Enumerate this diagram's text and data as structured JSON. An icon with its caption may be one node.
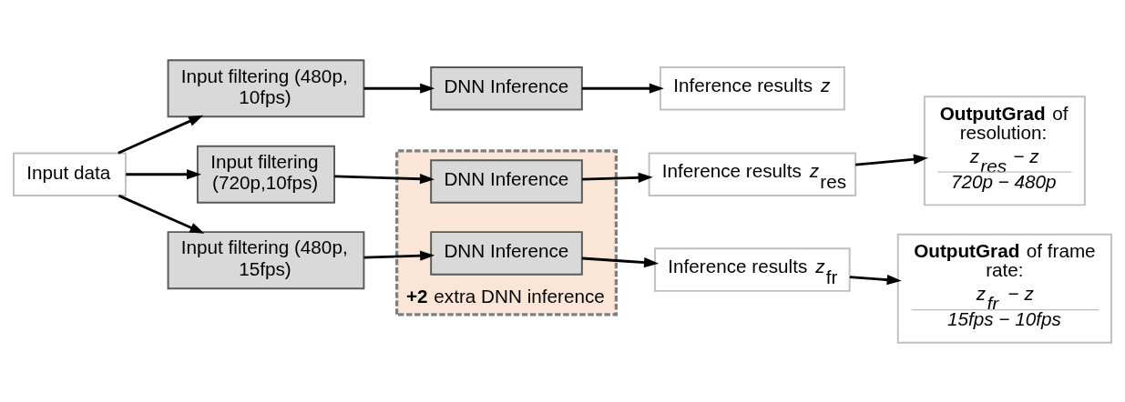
{
  "diagram": {
    "nodes": [
      {
        "text": [
          "Input data"
        ]
      },
      {
        "text": [
          "Input filtering (480p, 10fps)"
        ]
      },
      {
        "text": [
          "Input filtering (720p,10fps)"
        ]
      },
      {
        "text": [
          "Input filtering (480p, 15fps)"
        ]
      },
      {
        "text": [
          "DNN Inference"
        ]
      },
      {
        "text": [
          "**+2** extra DNN inference"
        ]
      },
      {
        "text": [
          "DNN Inference"
        ],
        "in": 5
      },
      {
        "text": [
          "DNN Inference"
        ],
        "in": 5
      },
      {
        "text": [
          "Inference results *z*"
        ]
      },
      {
        "text": [
          "Inference results *z*$_{res}$"
        ]
      },
      {
        "text": [
          "Inference results *z*$_{fr}$"
        ]
      },
      {
        "text": [
          "**OutputGrad** of resolution:",
          "z$_{res}$ − z",
          "720p − 480p"
        ]
      },
      {
        "text": [
          "**OutputGrad** of frame rate:",
          "z$_{fr}$ − z",
          "15fps − 10fps"
        ]
      }
    ],
    "edges": [
      {
        "from": 0,
        "to": 1,
        "arrow": "to"
      },
      {
        "from": 0,
        "to": 2,
        "arrow": "to"
      },
      {
        "from": 0,
        "to": 3,
        "arrow": "to"
      },
      {
        "from": 1,
        "to": 4,
        "arrow": "to"
      },
      {
        "from": 2,
        "to": 6,
        "arrow": "to"
      },
      {
        "from": 3,
        "to": 7,
        "arrow": "to"
      },
      {
        "from": 4,
        "to": 8,
        "arrow": "to"
      },
      {
        "from": 6,
        "to": 9,
        "arrow": "to"
      },
      {
        "from": 7,
        "to": 10,
        "arrow": "to"
      },
      {
        "from": 9,
        "to": 11,
        "arrow": "to"
      },
      {
        "from": 10,
        "to": 12,
        "arrow": "to"
      }
    ]
  }
}
